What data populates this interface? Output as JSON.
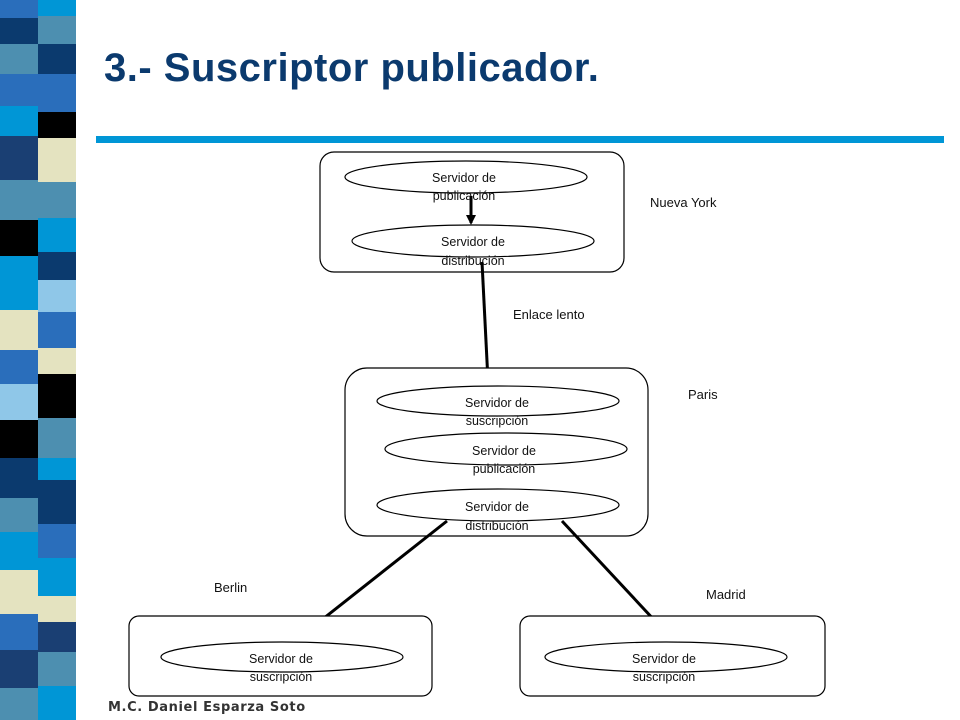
{
  "slide": {
    "title": "3.- Suscriptor publicador.",
    "footer": "M.C. Daniel Esparza Soto",
    "colors": {
      "title": "#0b3a6e",
      "rule": "#0096d6",
      "stripe_palette": [
        "#2a6ebb",
        "#0b3a6e",
        "#e4e3c0",
        "#4d8fb0",
        "#000000",
        "#8fc7e8",
        "#0096d6",
        "#1a3f73"
      ]
    }
  },
  "diagram": {
    "sites": {
      "nueva_york": "Nueva York",
      "paris": "Paris",
      "berlin": "Berlin",
      "madrid": "Madrid"
    },
    "link_label": "Enlace lento",
    "nodes": {
      "ny_publicacion": [
        "Servidor de",
        "publicación"
      ],
      "ny_distribucion": [
        "Servidor de",
        "distribución"
      ],
      "paris_suscripcion": [
        "Servidor de",
        "suscripción"
      ],
      "paris_publicacion": [
        "Servidor de",
        "publicación"
      ],
      "paris_distribucion": [
        "Servidor de",
        "distribución"
      ],
      "berlin_suscripcion": [
        "Servidor de",
        "suscripción"
      ],
      "madrid_suscripcion": [
        "Servidor de",
        "suscripción"
      ]
    }
  }
}
